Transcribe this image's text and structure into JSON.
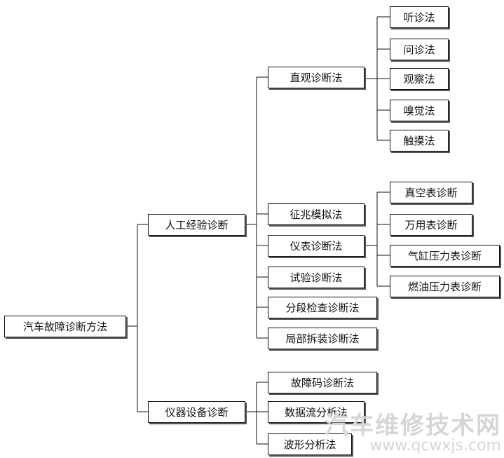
{
  "root": "汽车故障诊断方法",
  "level1": [
    "人工经验诊断",
    "仪器设备诊断"
  ],
  "manual_methods": [
    "直观诊断法",
    "征兆模拟法",
    "仪表诊断法",
    "试验诊断法",
    "分段检查诊断法",
    "局部拆装诊断法"
  ],
  "visual_methods": [
    "听诊法",
    "问诊法",
    "观察法",
    "嗅觉法",
    "触摸法"
  ],
  "instrument_methods": [
    "真空表诊断",
    "万用表诊断",
    "气缸压力表诊断",
    "燃油压力表诊断"
  ],
  "device_methods": [
    "故障码诊断法",
    "数据流分析法",
    "波形分析法"
  ],
  "watermark": {
    "text": "汽车维修技术网",
    "url": "www.qcwxjs.com"
  }
}
